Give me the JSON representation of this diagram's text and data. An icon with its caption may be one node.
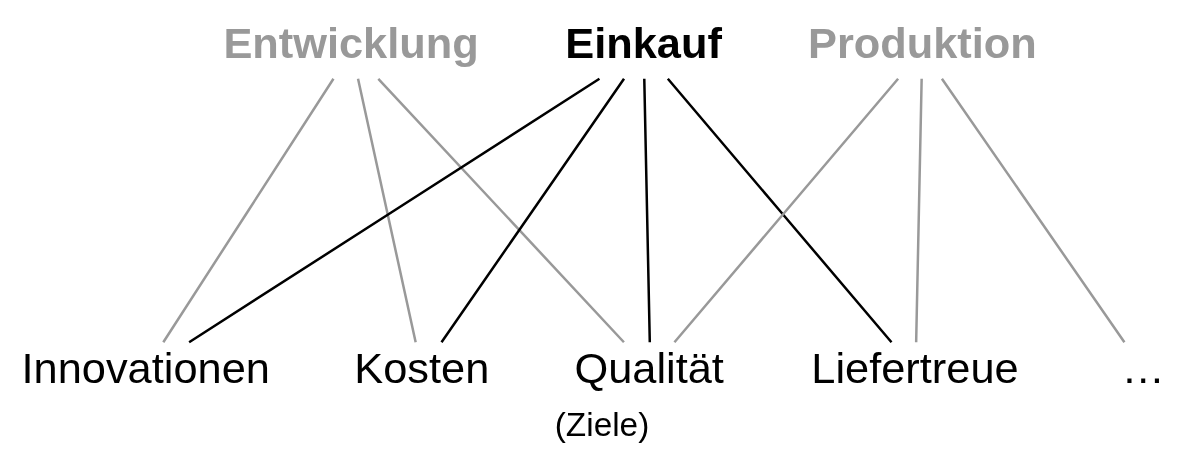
{
  "diagram": {
    "caption": "(Ziele)",
    "nodes": [
      {
        "text": [
          "Entwicklung"
        ]
      },
      {
        "text": [
          "Einkauf"
        ]
      },
      {
        "text": [
          "Produktion"
        ]
      },
      {
        "text": [
          "Innovationen"
        ]
      },
      {
        "text": [
          "Kosten"
        ]
      },
      {
        "text": [
          "Qualität"
        ]
      },
      {
        "text": [
          "Liefertreue"
        ]
      },
      {
        "text": [
          "…"
        ]
      }
    ],
    "edges": [
      {
        "from": 0,
        "to": 3,
        "arrow": "none"
      },
      {
        "from": 0,
        "to": 4,
        "arrow": "none"
      },
      {
        "from": 0,
        "to": 5,
        "arrow": "none"
      },
      {
        "from": 1,
        "to": 3,
        "arrow": "none",
        "color": "#000000"
      },
      {
        "from": 1,
        "to": 4,
        "arrow": "none",
        "color": "#000000"
      },
      {
        "from": 1,
        "to": 5,
        "arrow": "none",
        "color": "#000000"
      },
      {
        "from": 1,
        "to": 6,
        "arrow": "none",
        "color": "#000000"
      },
      {
        "from": 2,
        "to": 5,
        "arrow": "none"
      },
      {
        "from": 2,
        "to": 6,
        "arrow": "none"
      },
      {
        "from": 2,
        "to": 7,
        "arrow": "none"
      }
    ]
  }
}
